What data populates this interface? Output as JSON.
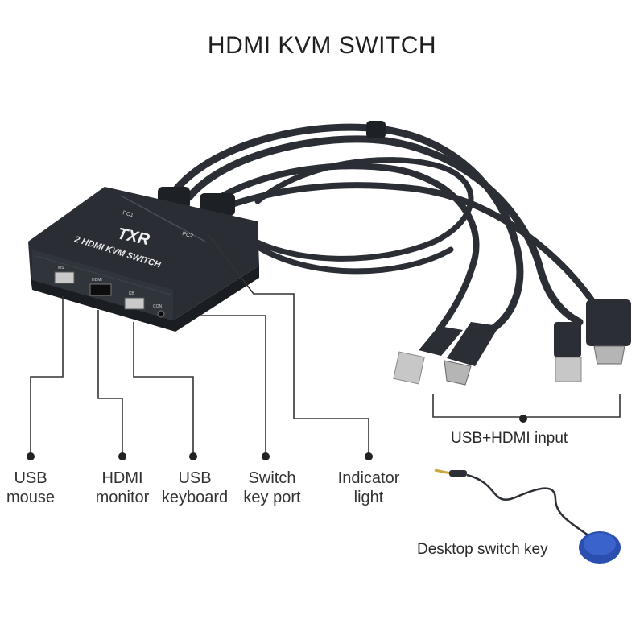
{
  "title": "HDMI KVM SWITCH",
  "device": {
    "brand": "TXR",
    "model_text": "2 HDMI KVM SWITCH",
    "port_pc1": "PC1",
    "port_pc2": "PC2",
    "port_ms": "MS",
    "port_hdmi": "HDMI",
    "port_kb": "KB",
    "port_con": "CON",
    "body_color": "#23272d"
  },
  "callouts": [
    {
      "line1": "USB",
      "line2": "mouse"
    },
    {
      "line1": "HDMI",
      "line2": "monitor"
    },
    {
      "line1": "USB",
      "line2": "keyboard"
    },
    {
      "line1": "Switch",
      "line2": "key port"
    },
    {
      "line1": "Indicator",
      "line2": "light"
    }
  ],
  "input_label": "USB+HDMI input",
  "switch_key_label": "Desktop switch key",
  "colors": {
    "cable": "#2b2f35",
    "key_button": "#2a4fb0",
    "line": "#333333"
  }
}
